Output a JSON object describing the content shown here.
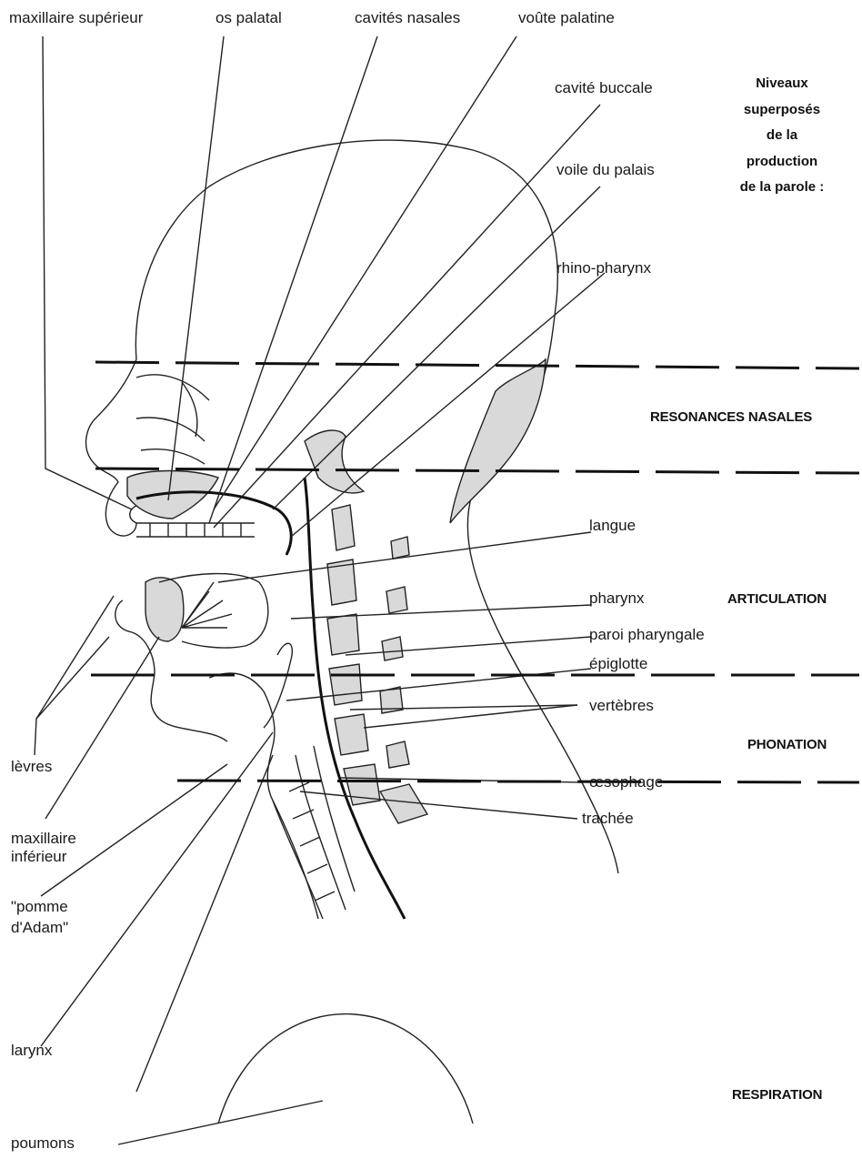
{
  "labels": {
    "maxillaire_superieur": "maxillaire supérieur",
    "os_palatal": "os palatal",
    "cavites_nasales": "cavités nasales",
    "voute_palatine": "voûte palatine",
    "cavite_buccale": "cavité buccale",
    "voile_du_palais": "voile du palais",
    "rhino_pharynx": "rhino-pharynx",
    "langue": "langue",
    "pharynx": "pharynx",
    "paroi_pharyngale": "paroi pharyngale",
    "epiglotte": "épiglotte",
    "vertebres": "vertèbres",
    "oesophage": "œsophage",
    "trachee": "trachée",
    "levres": "lèvres",
    "maxillaire_inferieur_1": "maxillaire",
    "maxillaire_inferieur_2": "inférieur",
    "pomme_adam_1": "\"pomme",
    "pomme_adam_2": "d'Adam\"",
    "larynx": "larynx",
    "poumons": "poumons"
  },
  "header": {
    "line1": "Niveaux",
    "line2": "superposés",
    "line3": "de la",
    "line4": "production",
    "line5": "de la parole :"
  },
  "levels": {
    "resonances": "RESONANCES NASALES",
    "articulation": "ARTICULATION",
    "phonation": "PHONATION",
    "respiration": "RESPIRATION"
  }
}
